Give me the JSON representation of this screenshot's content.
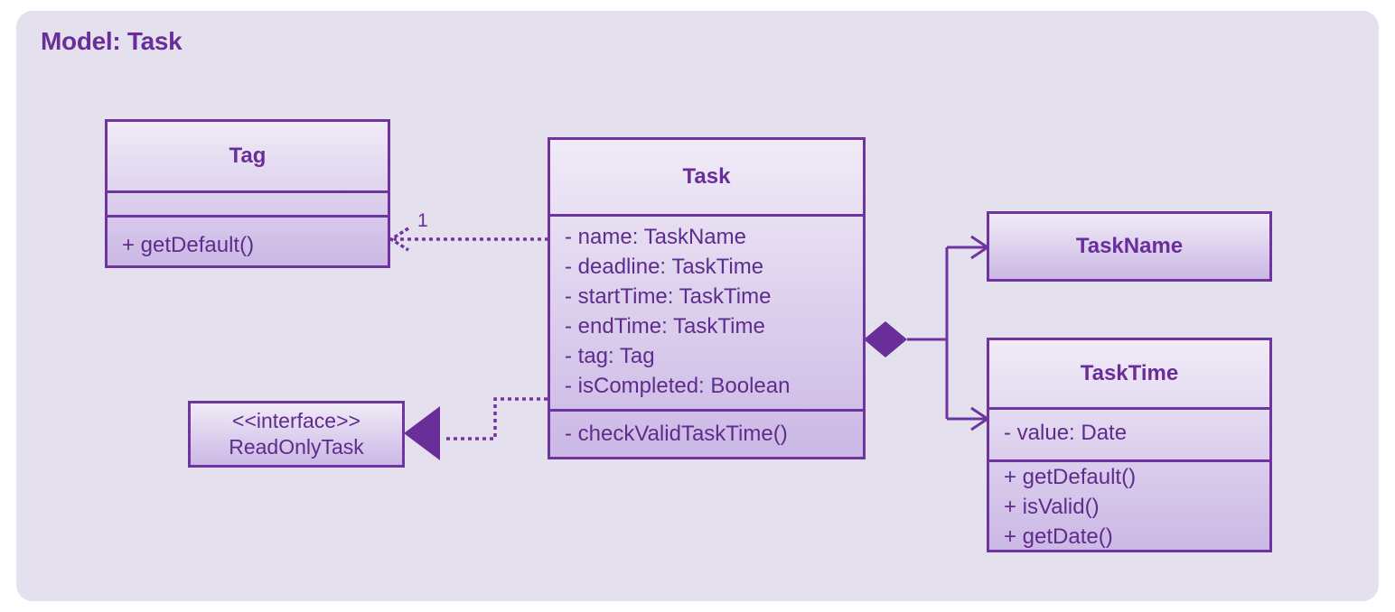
{
  "diagram": {
    "title": "Model: Task",
    "classes": {
      "tag": {
        "name": "Tag",
        "attributes": [],
        "methods": [
          "+ getDefault()"
        ]
      },
      "task": {
        "name": "Task",
        "attributes": [
          "- name: TaskName",
          "- deadline: TaskTime",
          "- startTime: TaskTime",
          "- endTime: TaskTime",
          "- tag: Tag",
          "- isCompleted: Boolean"
        ],
        "methods": [
          "- checkValidTaskTime()"
        ]
      },
      "taskname": {
        "name": "TaskName"
      },
      "tasktime": {
        "name": "TaskTime",
        "attributes": [
          "- value: Date"
        ],
        "methods": [
          "+ getDefault()",
          "+ isValid()",
          "+ getDate()"
        ]
      },
      "readonlytask": {
        "stereotype": "<<interface>>",
        "name": "ReadOnlyTask"
      }
    },
    "relationships": [
      {
        "from": "Task",
        "to": "Tag",
        "type": "dependency",
        "multiplicity": "1"
      },
      {
        "from": "Task",
        "to": "ReadOnlyTask",
        "type": "realization"
      },
      {
        "from": "Task",
        "to": "TaskName",
        "type": "composition"
      },
      {
        "from": "Task",
        "to": "TaskTime",
        "type": "composition"
      }
    ],
    "colors": {
      "background": "#e5e0ee",
      "stroke": "#6e359e",
      "text": "#5e2c8c",
      "fill_top": "#f0ebf7",
      "fill_bottom": "#cbb8e5"
    }
  }
}
